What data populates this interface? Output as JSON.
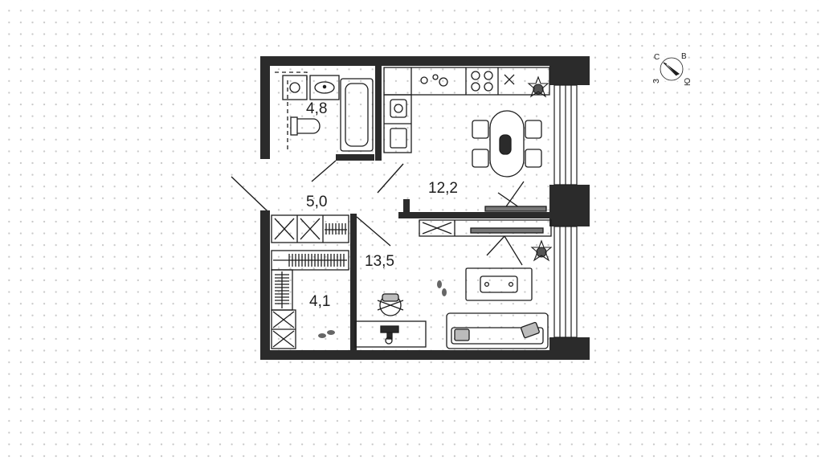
{
  "rooms": {
    "bathroom": "4,8",
    "hallway": "5,0",
    "kitchen": "12,2",
    "living": "13,5",
    "wardrobe": "4,1"
  },
  "compass": {
    "north": "С",
    "east": "В",
    "south": "Ю",
    "west": "З"
  },
  "colors": {
    "wall": "#2b2b2b",
    "line": "#1d1d1d",
    "grid_dot": "#c9c9c9"
  }
}
